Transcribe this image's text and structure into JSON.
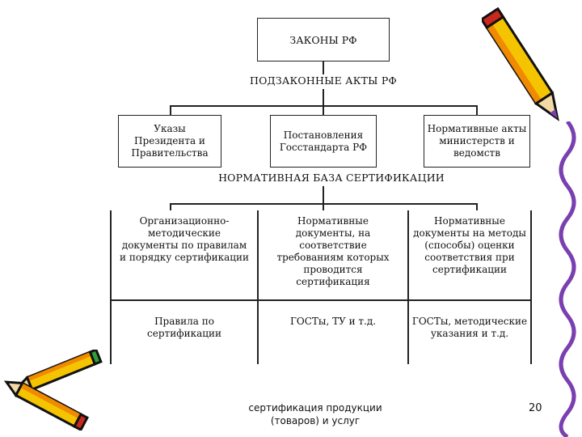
{
  "diagram": {
    "laws_box": "ЗАКОНЫ РФ",
    "bylaws_heading": "ПОДЗАКОННЫЕ АКТЫ РФ",
    "level2": [
      "Указы\nПрезидента и\nПравительства",
      "Постановления\nГосстандарта РФ",
      "Нормативные акты\nминистерств и\nведомств"
    ],
    "base_heading": "НОРМАТИВНАЯ БАЗА СЕРТИФИКАЦИИ",
    "level3": [
      "Организационно-\nметодические\nдокументы по правилам\nи порядку сертификации",
      "Нормативные\nдокументы, на\nсоответствие\nтребованиям которых\nпроводится\nсертификация",
      "Нормативные\nдокументы на методы\n(способы) оценки\nсоответствия при\nсертификации"
    ],
    "level4": [
      "Правила по\nсертификации",
      "ГОСТы, ТУ и т.д.",
      "ГОСТы, методические\nуказания и т.д."
    ]
  },
  "footer": {
    "caption": "сертификация продукции\n(товаров) и услуг",
    "page_number": "20"
  },
  "decor": {
    "pencil_colors": [
      "#f5c400",
      "#f08a00",
      "#1a1a1a",
      "#c9281e",
      "#2e9e3a",
      "#7a3fb0"
    ]
  }
}
